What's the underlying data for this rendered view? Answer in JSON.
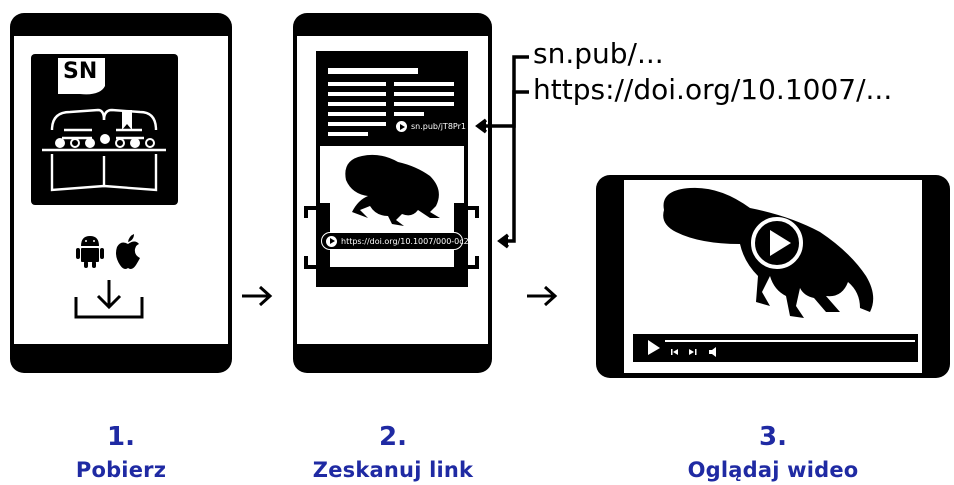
{
  "step1": {
    "number": "1.",
    "label": "Pobierz",
    "logo_text": "SN"
  },
  "step2": {
    "number": "2.",
    "label": "Zeskanuj link",
    "short_link": "sn.pub/jT8Pr1",
    "doi_link": "https://doi.org/10.1007/000-0c2"
  },
  "step3": {
    "number": "3.",
    "label": "Oglądaj wideo"
  },
  "callouts": {
    "short_url": "sn.pub/...",
    "doi_url": "https://doi.org/10.1007/..."
  },
  "colors": {
    "accent": "#1f2aa3",
    "ink": "#000000"
  },
  "icons": [
    "android-icon",
    "apple-icon",
    "download-icon",
    "arrow-right-icon",
    "frog-icon",
    "play-icon",
    "book-icon"
  ]
}
